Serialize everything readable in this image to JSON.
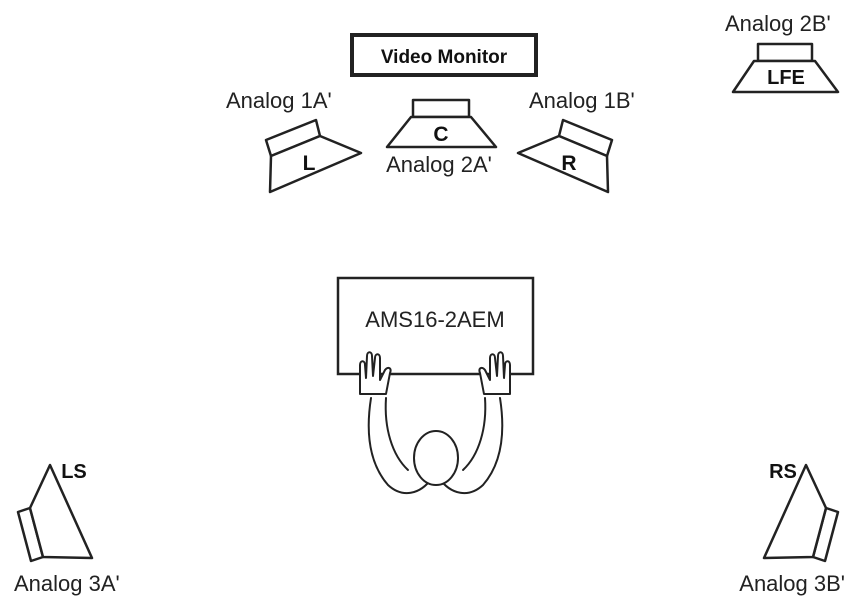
{
  "video_monitor": {
    "label": "Video Monitor"
  },
  "console": {
    "label": "AMS16-2AEM"
  },
  "speakers": {
    "left": {
      "id": "L",
      "channel": "Analog 1A'"
    },
    "center": {
      "id": "C",
      "channel": "Analog 2A'"
    },
    "right": {
      "id": "R",
      "channel": "Analog 1B'"
    },
    "lfe": {
      "id": "LFE",
      "channel": "Analog 2B'"
    },
    "left_surround": {
      "id": "LS",
      "channel": "Analog 3A'"
    },
    "right_surround": {
      "id": "RS",
      "channel": "Analog 3B'"
    }
  }
}
